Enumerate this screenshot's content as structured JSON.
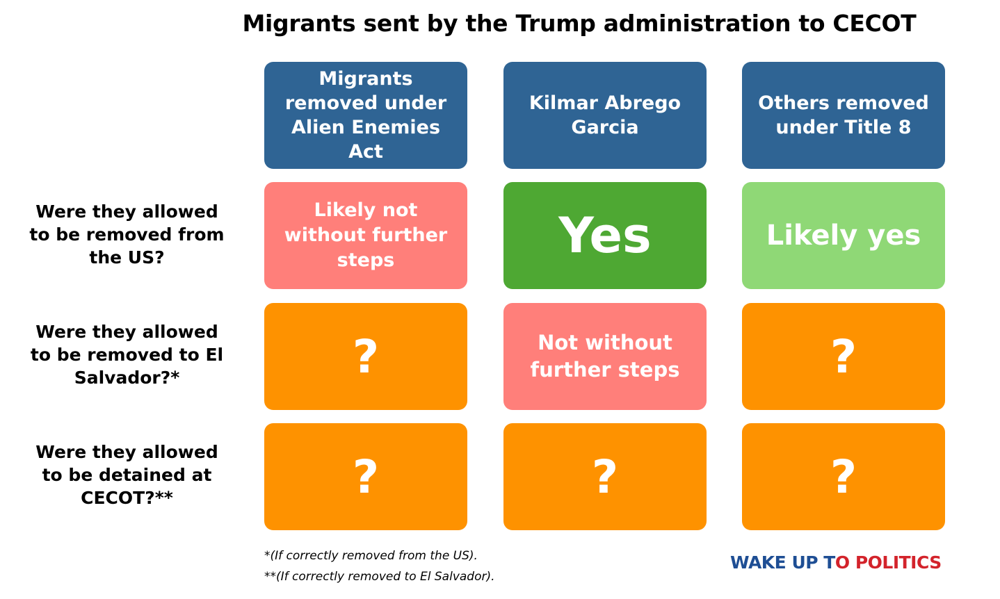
{
  "title": "Migrants sent by the Trump administration to CECOT",
  "columns": [
    "Migrants removed under Alien Enemies Act",
    "Kilmar Abrego Garcia",
    "Others removed under Title 8"
  ],
  "rows": [
    {
      "label": "Were they allowed to be removed from the US?",
      "cells": [
        {
          "text": "Likely not without further steps",
          "tone": "pink",
          "color": "#ff7f7a"
        },
        {
          "text": "Yes",
          "tone": "green",
          "color": "#4ea833"
        },
        {
          "text": "Likely yes",
          "tone": "lightgreen",
          "color": "#8fd876"
        }
      ]
    },
    {
      "label": "Were they allowed to be removed to El Salvador?*",
      "cells": [
        {
          "text": "?",
          "tone": "orange",
          "color": "#fe9200"
        },
        {
          "text": "Not without further steps",
          "tone": "pink",
          "color": "#ff7f7a"
        },
        {
          "text": "?",
          "tone": "orange",
          "color": "#fe9200"
        }
      ]
    },
    {
      "label": "Were they allowed to be detained at CECOT?**",
      "cells": [
        {
          "text": "?",
          "tone": "orange",
          "color": "#fe9200"
        },
        {
          "text": "?",
          "tone": "orange",
          "color": "#fe9200"
        },
        {
          "text": "?",
          "tone": "orange",
          "color": "#fe9200"
        }
      ]
    }
  ],
  "footnotes": [
    "*(If correctly removed from the US).",
    "**(If correctly removed to El Salvador)."
  ],
  "logo": {
    "part1": "WAKE UP T",
    "part2": "O",
    "part3": " POLITICS"
  },
  "colors": {
    "header": "#2f6494",
    "logo_blue": "#1e4e94",
    "logo_red": "#d3232b"
  }
}
